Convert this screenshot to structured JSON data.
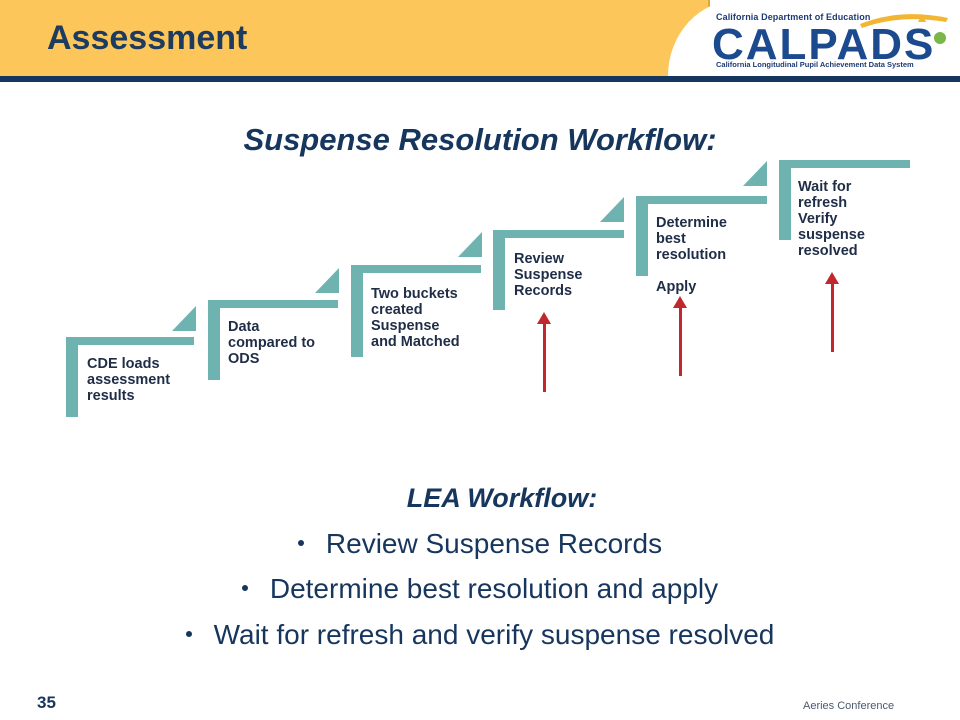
{
  "header": {
    "title": "Assessment"
  },
  "logo": {
    "department": "California Department of Education",
    "name": "CALPADS",
    "subtitle": "California Longitudinal Pupil Achievement Data System"
  },
  "heading": "Suspense Resolution Workflow:",
  "steps": [
    {
      "label": "CDE loads\nassessment\nresults"
    },
    {
      "label": "Data\ncompared to\nODS"
    },
    {
      "label": "Two buckets\ncreated\nSuspense\nand Matched"
    },
    {
      "label": "Review\nSuspense\nRecords"
    },
    {
      "label": "Determine\nbest\nresolution\n\nApply"
    },
    {
      "label": "Wait for\nrefresh\nVerify\nsuspense\nresolved"
    }
  ],
  "lea": {
    "title": "LEA Workflow:",
    "items": [
      "Review Suspense Records",
      "Determine best resolution and apply",
      "Wait for refresh and verify suspense resolved"
    ]
  },
  "colors": {
    "teal": "#6fb3b0",
    "navy": "#17365d",
    "gold": "#fcc65a",
    "arrow": "#c1282d"
  },
  "footer": {
    "page": "35",
    "conference": "Aeries Conference"
  }
}
